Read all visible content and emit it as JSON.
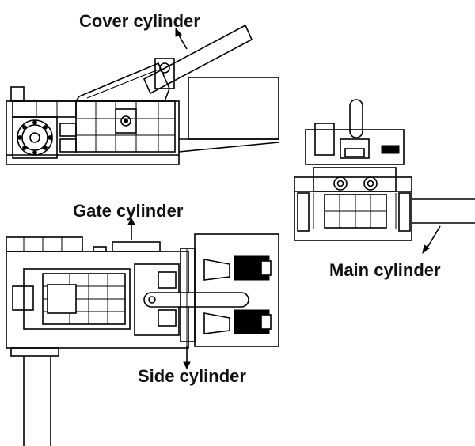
{
  "diagram": {
    "labels": {
      "cover_cylinder": "Cover cylinder",
      "gate_cylinder": "Gate cylinder",
      "main_cylinder": "Main cylinder",
      "side_cylinder": "Side cylinder"
    }
  },
  "colors": {
    "line": "#000000",
    "background": "#ffffff"
  }
}
